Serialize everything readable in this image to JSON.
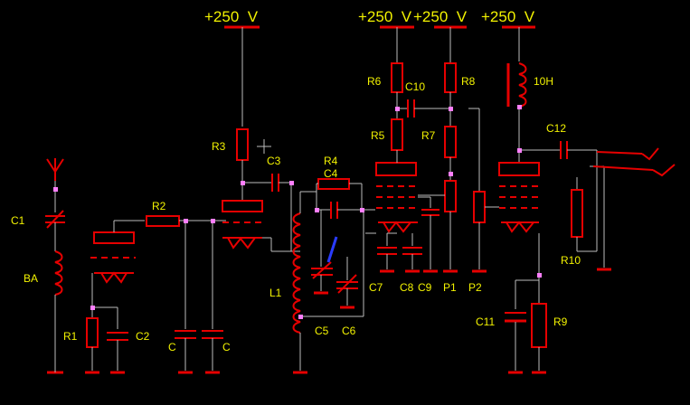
{
  "supply": {
    "v1": "+250  V",
    "v2": "+250  V",
    "v3": "+250  V",
    "v4": "+250  V"
  },
  "labels": {
    "c1": "C1",
    "ba": "BA",
    "r1": "R1",
    "c2": "C2",
    "r2": "R2",
    "ca": "C",
    "cb": "C",
    "r3": "R3",
    "c3": "C3",
    "l1": "L1",
    "r4": "R4",
    "c4": "C4",
    "c5": "C5",
    "c6": "C6",
    "c7": "C7",
    "c8": "C8",
    "c9": "C9",
    "r5": "R5",
    "r6": "R6",
    "c10": "C10",
    "r7": "R7",
    "r8": "R8",
    "p1": "P1",
    "p2": "P2",
    "choke": "10H",
    "c12": "C12",
    "r10": "R10",
    "c11": "C11",
    "r9": "R9"
  },
  "colors": {
    "background": "#000000",
    "component": "#e60000",
    "wire": "#bdbdbd",
    "label": "#f2f200",
    "junction": "#ff7fff"
  }
}
